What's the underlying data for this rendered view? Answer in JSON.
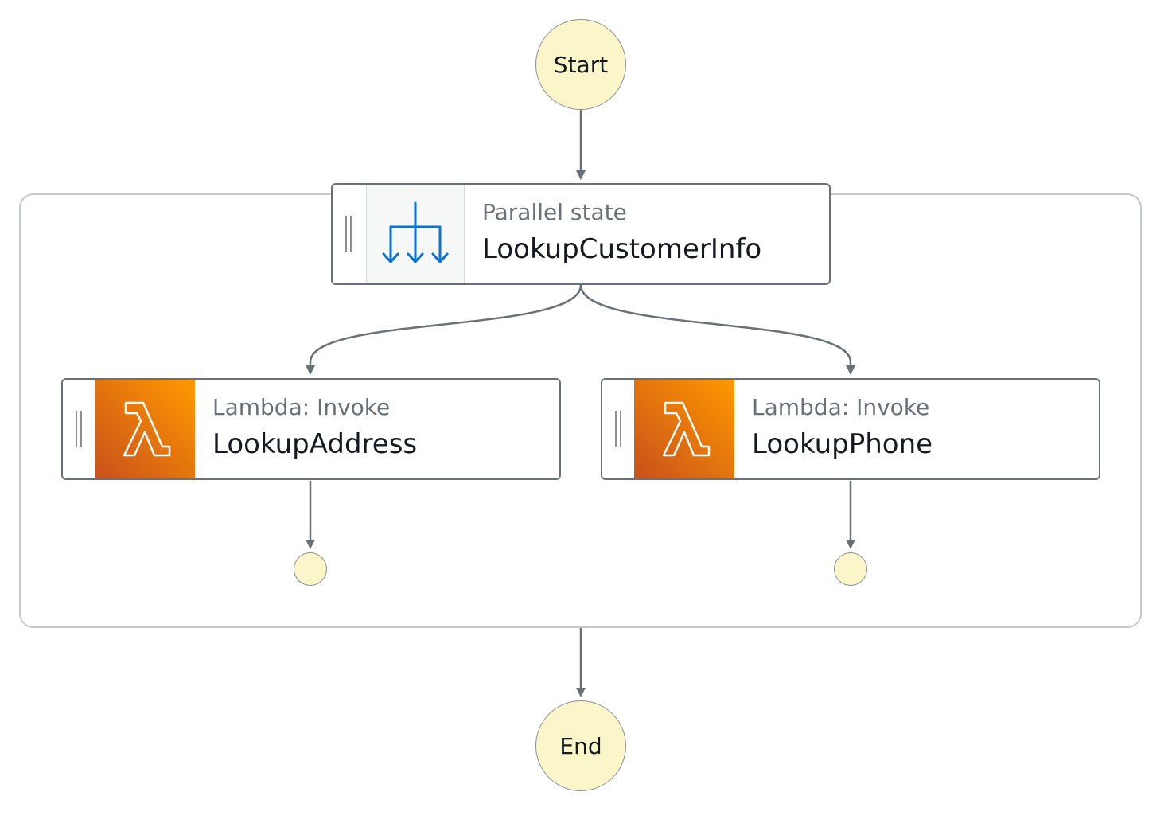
{
  "start": {
    "label": "Start"
  },
  "end": {
    "label": "End"
  },
  "parallel": {
    "type": "Parallel state",
    "name": "LookupCustomerInfo",
    "icon": "parallel-branch-icon",
    "icon_color": "#0972d3"
  },
  "branches": [
    {
      "type": "Lambda: Invoke",
      "name": "LookupAddress",
      "icon": "lambda-icon"
    },
    {
      "type": "Lambda: Invoke",
      "name": "LookupPhone",
      "icon": "lambda-icon"
    }
  ],
  "colors": {
    "terminal_fill": "#fbf6c9",
    "edge": "#687078",
    "frame": "#c3c8cc",
    "lambda_gradient_start": "#c8511b",
    "lambda_gradient_end": "#ff9900"
  }
}
